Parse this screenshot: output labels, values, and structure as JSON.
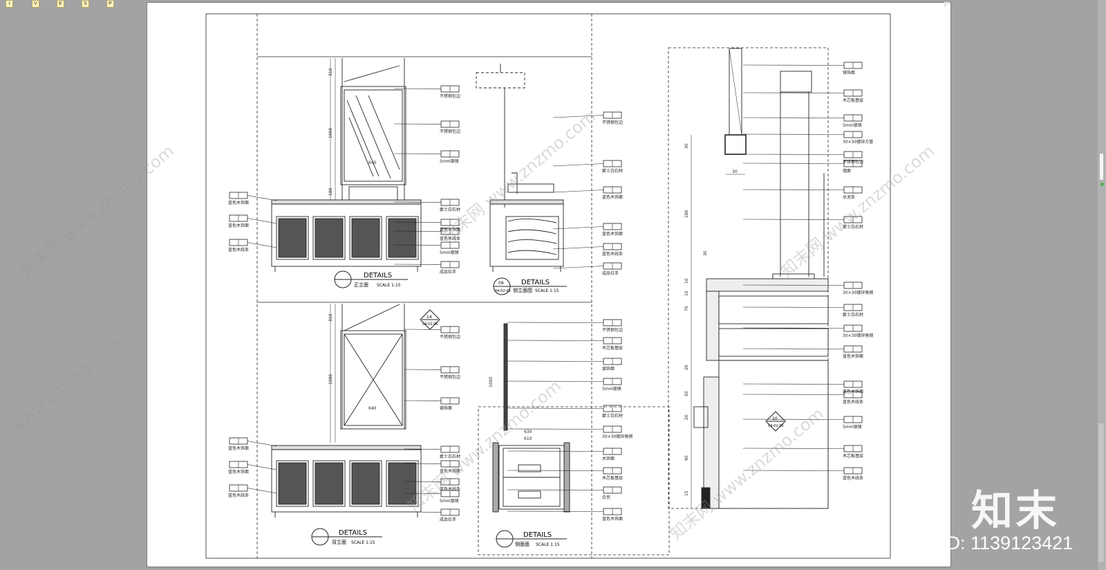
{
  "toolbar": {
    "buttons": [
      "I",
      "V",
      "E",
      "S",
      "P"
    ]
  },
  "sheet": {
    "details": [
      {
        "title": "DETAILS",
        "name": "正立面",
        "scale": "SCALE    1:15"
      },
      {
        "title": "DETAILS",
        "name": "侧立面图",
        "scale": "SCALE    1:15",
        "tag": "09",
        "ref": "04-02-05"
      },
      {
        "title": "DETAILS",
        "name": "背立面",
        "scale": "SCALE    1:15"
      },
      {
        "title": "DETAILS",
        "name": "侧面面",
        "scale": "SCALE    1:15"
      }
    ],
    "callouts": {
      "front": [
        "不锈钢包边",
        "不锈钢包边",
        "5mm银镜",
        "爵士白石材",
        "蓝色木饰面",
        "蓝色木线条",
        "5mm银镜",
        "成品拉手"
      ],
      "front_left": [
        "蓝色木饰面",
        "蓝色木饰面",
        "蓝色木线条"
      ],
      "side": [
        "不锈钢包边",
        "爵士白石材",
        "蓝色木饰面",
        "蓝色木饰面",
        "蓝色木线条",
        "成品拉手"
      ],
      "back": [
        "不锈钢包边",
        "不锈钢包边",
        "银饰面",
        "爵士白石材",
        "蓝色木饰面",
        "蓝色木线条",
        "5mm银镜",
        "成品拉手"
      ],
      "back_left": [
        "蓝色木饰面",
        "蓝色木饰面",
        "蓝色木线条"
      ],
      "section": [
        "不锈钢包边",
        "木芯板基层",
        "银饰面",
        "5mm银镜",
        "爵士白石材",
        "30×30镀锌角钢",
        "木饰面",
        "木芯板基层",
        "合页",
        "蓝色木饰面"
      ],
      "right": [
        "镜饰面",
        "木芯板基层",
        "5mm银镜",
        "30×30镀锌方管",
        "不锈钢包边",
        "墙面",
        "水泥条",
        "爵士白石材",
        "30×30镀锌角钢",
        "爵士白石材",
        "30×30镀锌角钢",
        "蓝色木饰面",
        "蓝色木饰面",
        "蓝色木线条",
        "5mm银镜",
        "木芯板基层",
        "蓝色木线条"
      ]
    },
    "dimensions": {
      "mirror_top": "310",
      "mirror_height": "1060",
      "mirror_width": "640",
      "basin": "180",
      "back_top": "310",
      "back_height": "1080",
      "back_width": "640",
      "section_height": "1000",
      "section_w1": "630",
      "section_w2": "610",
      "right_dims": [
        "30",
        "180",
        "10",
        "10",
        "70",
        "20",
        "50",
        "20",
        "90",
        "15"
      ],
      "right_w": "30",
      "right_w2": "30"
    },
    "section_marks": [
      {
        "num": "14",
        "ref": "04-02-06"
      },
      {
        "num": "10",
        "ref": "04-02-06"
      }
    ]
  },
  "watermark": {
    "text": "知末网 www.znzmo.com",
    "text2": "www.znzmo.com",
    "logo": "知末",
    "id": "ID: 1139123421"
  }
}
